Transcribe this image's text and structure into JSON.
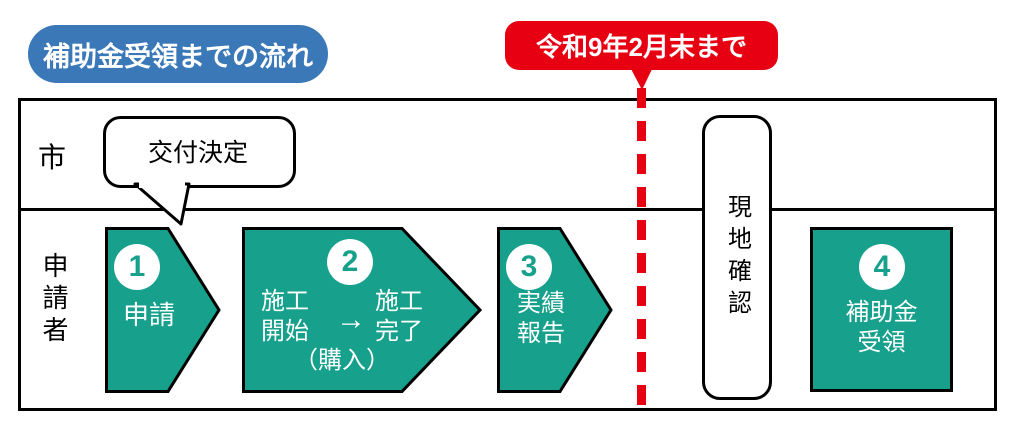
{
  "title_badge": {
    "label": "補助金受領までの流れ"
  },
  "deadline_badge": {
    "label": "令和9年2月末まで"
  },
  "lanes": {
    "city": {
      "label": "市"
    },
    "applicant": {
      "label": "申請者"
    }
  },
  "callout": {
    "label": "交付決定"
  },
  "steps": {
    "step1": {
      "number": "1",
      "label": "申請"
    },
    "step2": {
      "number": "2",
      "label_start": "施工\n開始",
      "arrow_icon": "→",
      "label_end": "施工\n完了",
      "label_sub": "（購入）"
    },
    "step3": {
      "number": "3",
      "label": "実績\n報告"
    },
    "step4": {
      "number": "4",
      "label": "補助金\n受領"
    }
  },
  "site_check": {
    "label": "現地確認"
  },
  "colors": {
    "teal": "#17a08c",
    "red": "#e60012",
    "blue": "#3b78b8",
    "border": "#000000"
  }
}
